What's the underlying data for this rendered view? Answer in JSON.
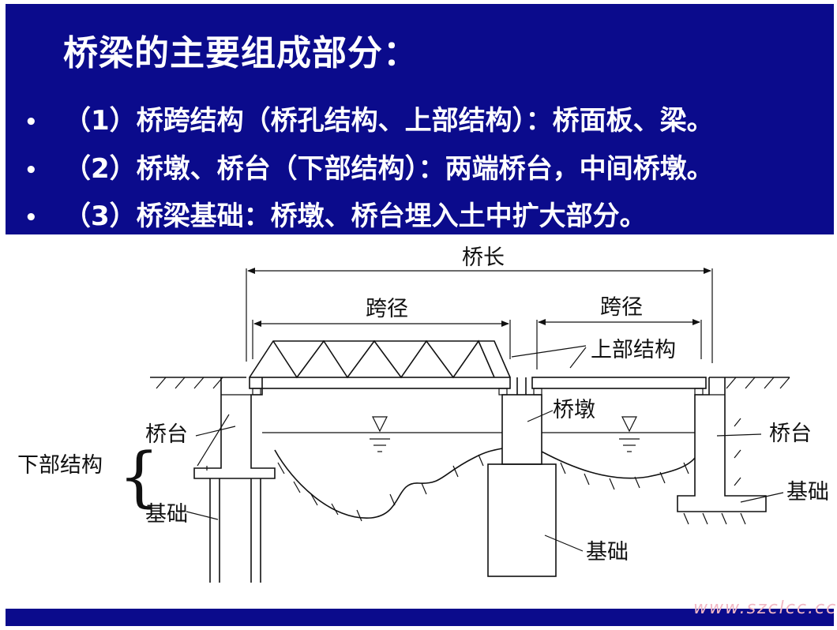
{
  "slide": {
    "title": "桥梁的主要组成部分：",
    "bullets": [
      "（1）桥跨结构（桥孔结构、上部结构）：桥面板、梁。",
      "（2）桥墩、桥台（下部结构）：两端桥台，中间桥墩。",
      "（3）桥梁基础：桥墩、桥台埋入土中扩大部分。"
    ],
    "bullet_glyph": "•"
  },
  "diagram": {
    "bridge_length": "桥长",
    "span_left": "跨径",
    "span_right": "跨径",
    "superstructure": "上部结构",
    "abutment_left": "桥台",
    "abutment_right": "桥台",
    "substructure": "下部结构",
    "foundation_left": "基础",
    "foundation_right": "基础",
    "pier": "桥墩",
    "pier_foundation": "基础"
  },
  "watermark": "www.szclcc.cc",
  "colors": {
    "header_bg": "#0b0b8c",
    "header_text": "#ffffff",
    "line": "#111111",
    "watermark": "#f2b8c4"
  }
}
